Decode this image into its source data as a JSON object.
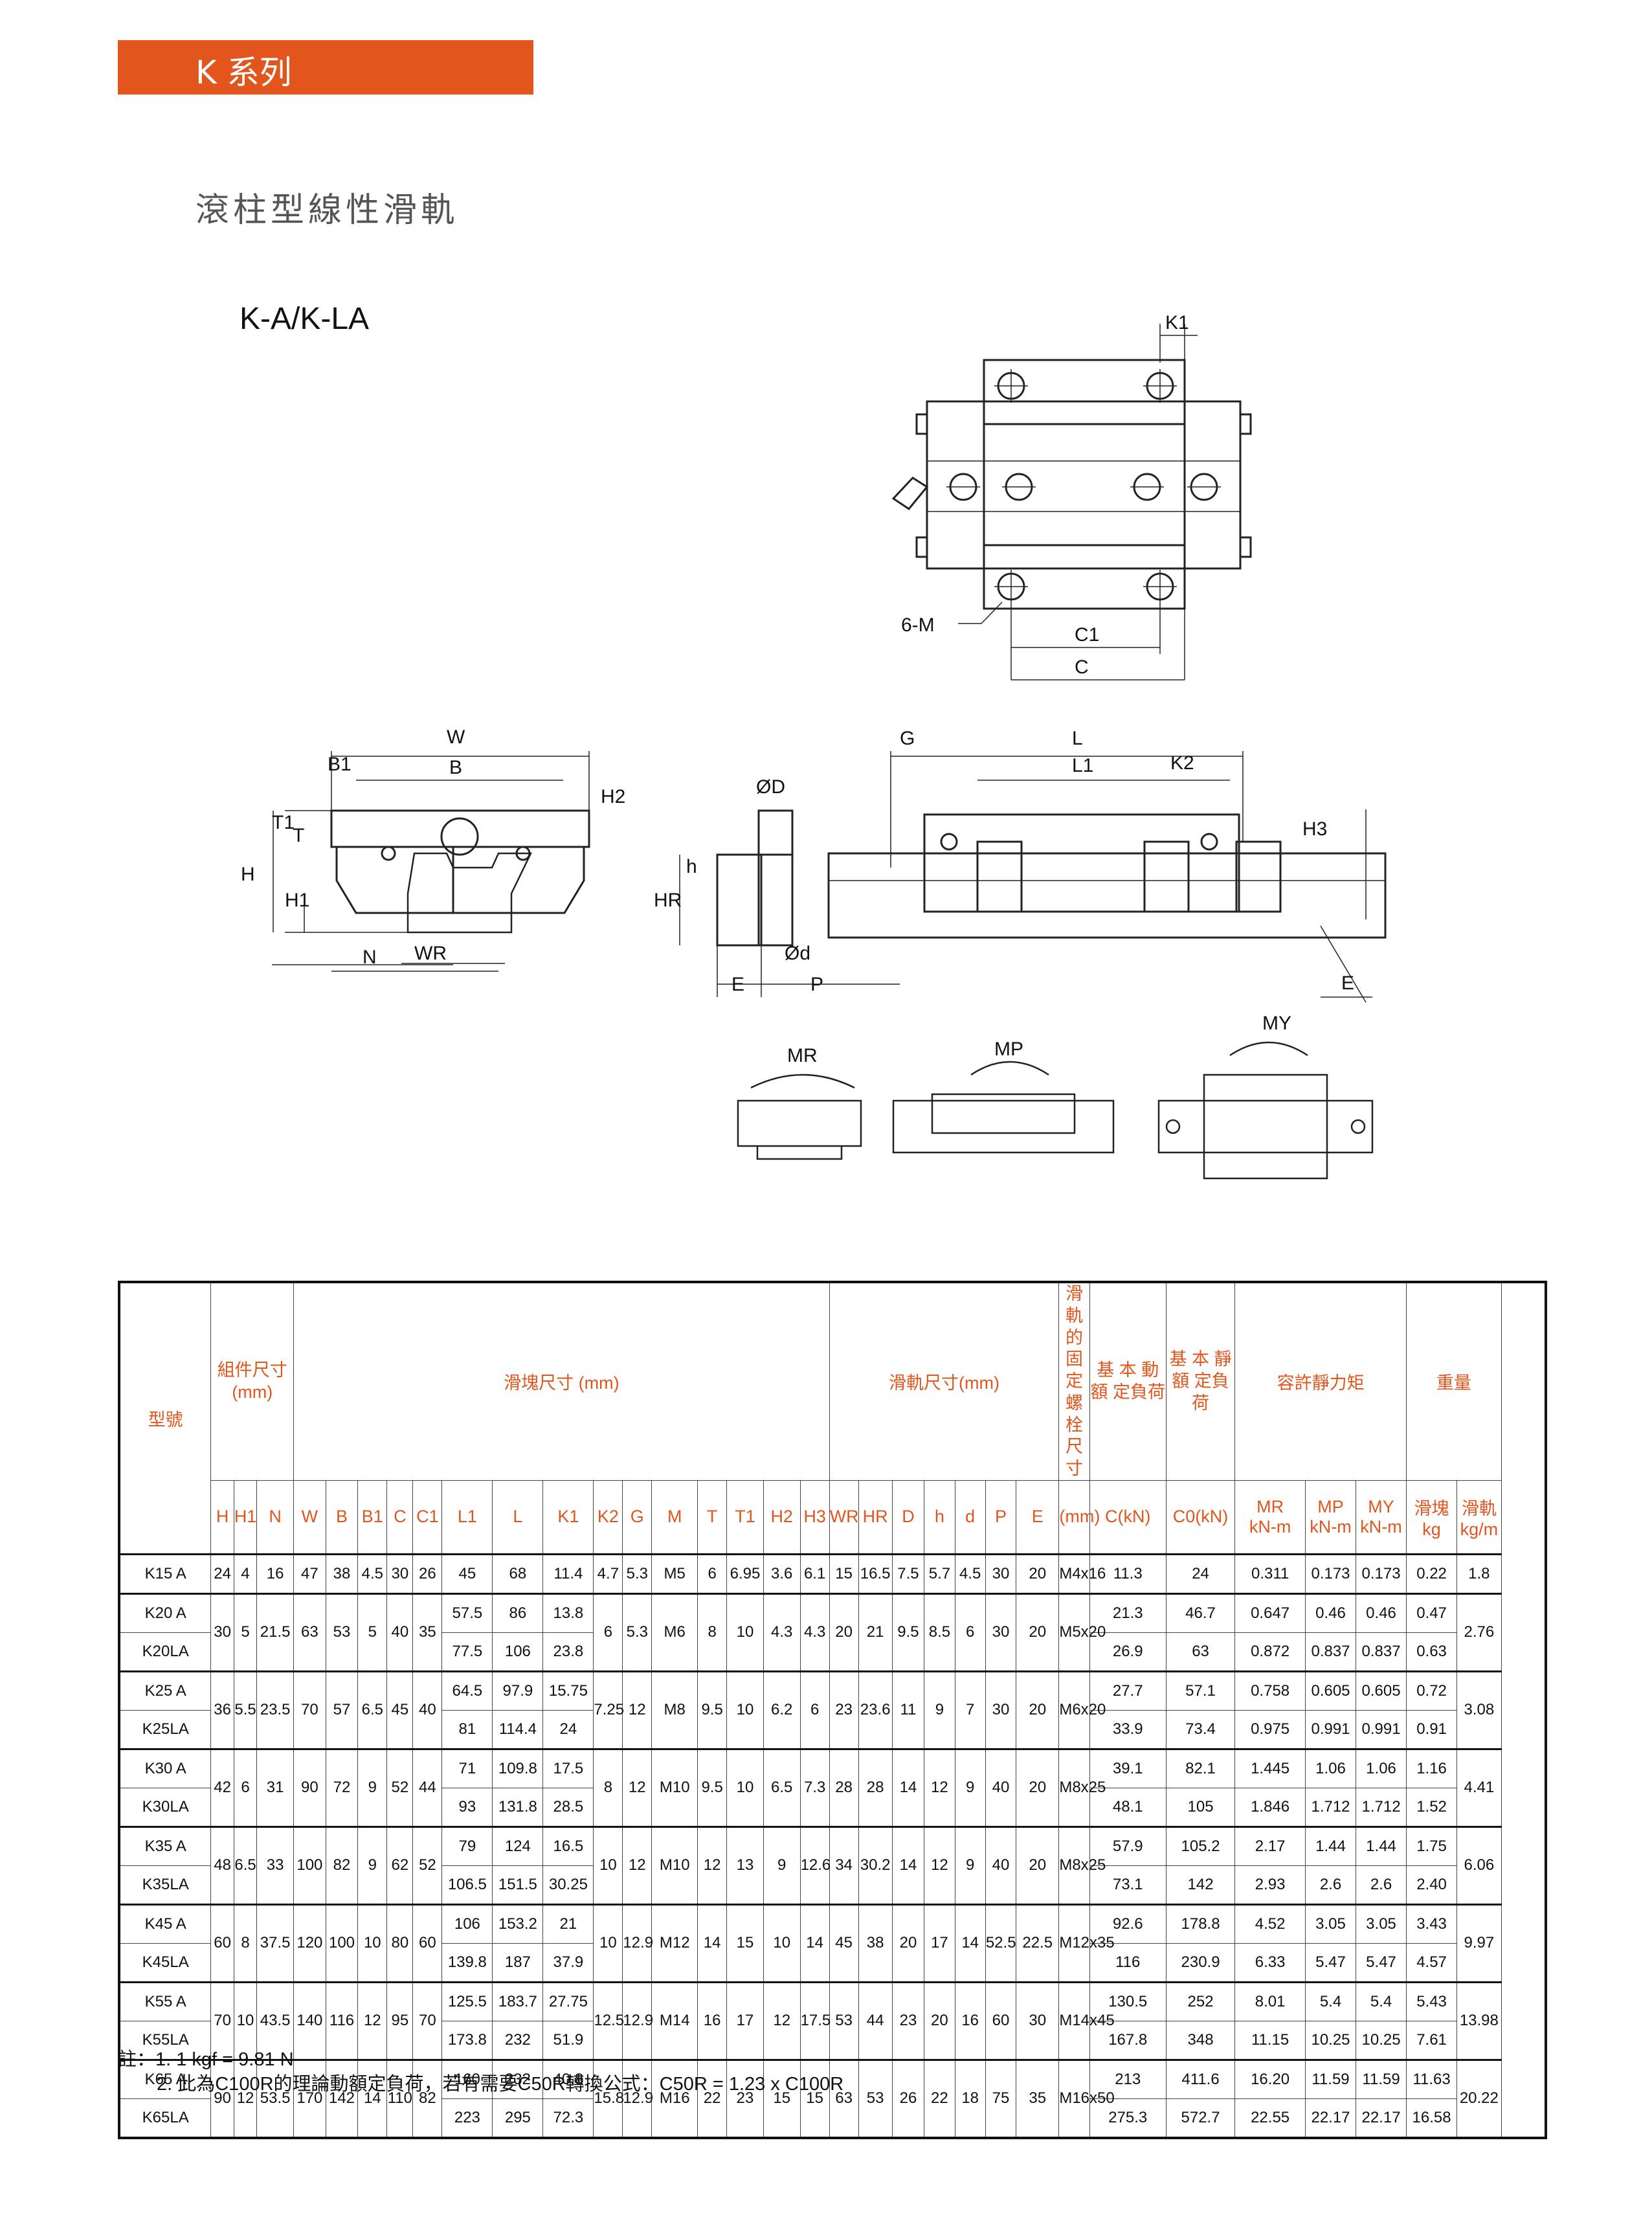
{
  "header": {
    "series_title": "K 系列",
    "subtitle": "滾柱型線性滑軌",
    "model": "K-A/K-LA"
  },
  "drawing_labels": {
    "top_view": {
      "k1": "K1",
      "six_m": "6-M",
      "c1": "C1",
      "c": "C"
    },
    "front_view": {
      "w": "W",
      "b1": "B1",
      "b": "B",
      "h2": "H2",
      "t1": "T1",
      "t": "T",
      "h": "H",
      "h1": "H1",
      "n": "N",
      "wr": "WR"
    },
    "rail_section": {
      "od_big": "ØD",
      "h_small": "h",
      "hr": "HR",
      "od_small": "Ød",
      "e": "E",
      "p": "P"
    },
    "side_view": {
      "g": "G",
      "l": "L",
      "l1": "L1",
      "k2": "K2",
      "h3": "H3",
      "e": "E"
    },
    "moments": {
      "mr": "MR",
      "mp": "MP",
      "my": "MY"
    }
  },
  "table": {
    "group_headers": {
      "model": "型號",
      "assembly": "組件尺寸 (mm)",
      "block": "滑塊尺寸 (mm)",
      "rail": "滑軌尺寸(mm)",
      "bolt": "滑軌的固定螺栓尺寸",
      "dynamic": "基 本 動 額 定負荷",
      "static": "基 本 靜 額 定負荷",
      "moment": "容許靜力矩",
      "weight": "重量"
    },
    "sub_headers": {
      "assembly": [
        "H",
        "H1",
        "N"
      ],
      "block": [
        "W",
        "B",
        "B1",
        "C",
        "C1",
        "L1",
        "L",
        "K1",
        "K2",
        "G",
        "M",
        "T",
        "T1",
        "H2",
        "H3"
      ],
      "rail": [
        "WR",
        "HR",
        "D",
        "h",
        "d",
        "P",
        "E"
      ],
      "bolt": "(mm)",
      "dynamic": "C(kN)",
      "static": "C0(kN)",
      "moment_names": [
        "MR",
        "MP",
        "MY"
      ],
      "moment_units": [
        "kN-m",
        "kN-m",
        "kN-m"
      ],
      "weight_names": [
        "滑塊",
        "滑軌"
      ],
      "weight_units": [
        "kg",
        "kg/m"
      ]
    },
    "groups": [
      {
        "shared": {
          "H": "24",
          "H1": "4",
          "N": "16",
          "W": "47",
          "B": "38",
          "B1": "4.5",
          "C": "30",
          "C1": "26",
          "K2": "4.7",
          "G": "5.3",
          "M": "M5",
          "T": "6",
          "T1": "6.95",
          "H2": "3.6",
          "H3": "6.1",
          "WR": "15",
          "HR": "16.5",
          "D": "7.5",
          "h": "5.7",
          "d": "4.5",
          "P": "30",
          "E": "20",
          "bolt": "M4x16",
          "rail_kgm": "1.8"
        },
        "rows": [
          {
            "model": "K15 A",
            "L1": "45",
            "L": "68",
            "K1": "11.4",
            "C": "11.3",
            "C0": "24",
            "MR": "0.311",
            "MP": "0.173",
            "MY": "0.173",
            "kg": "0.22"
          }
        ]
      },
      {
        "shared": {
          "H": "30",
          "H1": "5",
          "N": "21.5",
          "W": "63",
          "B": "53",
          "B1": "5",
          "C": "40",
          "C1": "35",
          "K2": "6",
          "G": "5.3",
          "M": "M6",
          "T": "8",
          "T1": "10",
          "H2": "4.3",
          "H3": "4.3",
          "WR": "20",
          "HR": "21",
          "D": "9.5",
          "h": "8.5",
          "d": "6",
          "P": "30",
          "E": "20",
          "bolt": "M5x20",
          "rail_kgm": "2.76"
        },
        "rows": [
          {
            "model": "K20 A",
            "L1": "57.5",
            "L": "86",
            "K1": "13.8",
            "C": "21.3",
            "C0": "46.7",
            "MR": "0.647",
            "MP": "0.46",
            "MY": "0.46",
            "kg": "0.47"
          },
          {
            "model": "K20LA",
            "L1": "77.5",
            "L": "106",
            "K1": "23.8",
            "C": "26.9",
            "C0": "63",
            "MR": "0.872",
            "MP": "0.837",
            "MY": "0.837",
            "kg": "0.63"
          }
        ]
      },
      {
        "shared": {
          "H": "36",
          "H1": "5.5",
          "N": "23.5",
          "W": "70",
          "B": "57",
          "B1": "6.5",
          "C": "45",
          "C1": "40",
          "K2": "7.25",
          "G": "12",
          "M": "M8",
          "T": "9.5",
          "T1": "10",
          "H2": "6.2",
          "H3": "6",
          "WR": "23",
          "HR": "23.6",
          "D": "11",
          "h": "9",
          "d": "7",
          "P": "30",
          "E": "20",
          "bolt": "M6x20",
          "rail_kgm": "3.08"
        },
        "rows": [
          {
            "model": "K25 A",
            "L1": "64.5",
            "L": "97.9",
            "K1": "15.75",
            "C": "27.7",
            "C0": "57.1",
            "MR": "0.758",
            "MP": "0.605",
            "MY": "0.605",
            "kg": "0.72"
          },
          {
            "model": "K25LA",
            "L1": "81",
            "L": "114.4",
            "K1": "24",
            "C": "33.9",
            "C0": "73.4",
            "MR": "0.975",
            "MP": "0.991",
            "MY": "0.991",
            "kg": "0.91"
          }
        ]
      },
      {
        "shared": {
          "H": "42",
          "H1": "6",
          "N": "31",
          "W": "90",
          "B": "72",
          "B1": "9",
          "C": "52",
          "C1": "44",
          "K2": "8",
          "G": "12",
          "M": "M10",
          "T": "9.5",
          "T1": "10",
          "H2": "6.5",
          "H3": "7.3",
          "WR": "28",
          "HR": "28",
          "D": "14",
          "h": "12",
          "d": "9",
          "P": "40",
          "E": "20",
          "bolt": "M8x25",
          "rail_kgm": "4.41"
        },
        "rows": [
          {
            "model": "K30 A",
            "L1": "71",
            "L": "109.8",
            "K1": "17.5",
            "C": "39.1",
            "C0": "82.1",
            "MR": "1.445",
            "MP": "1.06",
            "MY": "1.06",
            "kg": "1.16"
          },
          {
            "model": "K30LA",
            "L1": "93",
            "L": "131.8",
            "K1": "28.5",
            "C": "48.1",
            "C0": "105",
            "MR": "1.846",
            "MP": "1.712",
            "MY": "1.712",
            "kg": "1.52"
          }
        ]
      },
      {
        "shared": {
          "H": "48",
          "H1": "6.5",
          "N": "33",
          "W": "100",
          "B": "82",
          "B1": "9",
          "C": "62",
          "C1": "52",
          "K2": "10",
          "G": "12",
          "M": "M10",
          "T": "12",
          "T1": "13",
          "H2": "9",
          "H3": "12.6",
          "WR": "34",
          "HR": "30.2",
          "D": "14",
          "h": "12",
          "d": "9",
          "P": "40",
          "E": "20",
          "bolt": "M8x25",
          "rail_kgm": "6.06"
        },
        "rows": [
          {
            "model": "K35 A",
            "L1": "79",
            "L": "124",
            "K1": "16.5",
            "C": "57.9",
            "C0": "105.2",
            "MR": "2.17",
            "MP": "1.44",
            "MY": "1.44",
            "kg": "1.75"
          },
          {
            "model": "K35LA",
            "L1": "106.5",
            "L": "151.5",
            "K1": "30.25",
            "C": "73.1",
            "C0": "142",
            "MR": "2.93",
            "MP": "2.6",
            "MY": "2.6",
            "kg": "2.40"
          }
        ]
      },
      {
        "shared": {
          "H": "60",
          "H1": "8",
          "N": "37.5",
          "W": "120",
          "B": "100",
          "B1": "10",
          "C": "80",
          "C1": "60",
          "K2": "10",
          "G": "12.9",
          "M": "M12",
          "T": "14",
          "T1": "15",
          "H2": "10",
          "H3": "14",
          "WR": "45",
          "HR": "38",
          "D": "20",
          "h": "17",
          "d": "14",
          "P": "52.5",
          "E": "22.5",
          "bolt": "M12x35",
          "rail_kgm": "9.97"
        },
        "rows": [
          {
            "model": "K45 A",
            "L1": "106",
            "L": "153.2",
            "K1": "21",
            "C": "92.6",
            "C0": "178.8",
            "MR": "4.52",
            "MP": "3.05",
            "MY": "3.05",
            "kg": "3.43"
          },
          {
            "model": "K45LA",
            "L1": "139.8",
            "L": "187",
            "K1": "37.9",
            "C": "116",
            "C0": "230.9",
            "MR": "6.33",
            "MP": "5.47",
            "MY": "5.47",
            "kg": "4.57"
          }
        ]
      },
      {
        "shared": {
          "H": "70",
          "H1": "10",
          "N": "43.5",
          "W": "140",
          "B": "116",
          "B1": "12",
          "C": "95",
          "C1": "70",
          "K2": "12.5",
          "G": "12.9",
          "M": "M14",
          "T": "16",
          "T1": "17",
          "H2": "12",
          "H3": "17.5",
          "WR": "53",
          "HR": "44",
          "D": "23",
          "h": "20",
          "d": "16",
          "P": "60",
          "E": "30",
          "bolt": "M14x45",
          "rail_kgm": "13.98"
        },
        "rows": [
          {
            "model": "K55 A",
            "L1": "125.5",
            "L": "183.7",
            "K1": "27.75",
            "C": "130.5",
            "C0": "252",
            "MR": "8.01",
            "MP": "5.4",
            "MY": "5.4",
            "kg": "5.43"
          },
          {
            "model": "K55LA",
            "L1": "173.8",
            "L": "232",
            "K1": "51.9",
            "C": "167.8",
            "C0": "348",
            "MR": "11.15",
            "MP": "10.25",
            "MY": "10.25",
            "kg": "7.61"
          }
        ]
      },
      {
        "shared": {
          "H": "90",
          "H1": "12",
          "N": "53.5",
          "W": "170",
          "B": "142",
          "B1": "14",
          "C": "110",
          "C1": "82",
          "K2": "15.8",
          "G": "12.9",
          "M": "M16",
          "T": "22",
          "T1": "23",
          "H2": "15",
          "H3": "15",
          "WR": "63",
          "HR": "53",
          "D": "26",
          "h": "22",
          "d": "18",
          "P": "75",
          "E": "35",
          "bolt": "M16x50",
          "rail_kgm": "20.22"
        },
        "rows": [
          {
            "model": "K65 A",
            "L1": "160",
            "L": "232",
            "K1": "40.8",
            "C": "213",
            "C0": "411.6",
            "MR": "16.20",
            "MP": "11.59",
            "MY": "11.59",
            "kg": "11.63"
          },
          {
            "model": "K65LA",
            "L1": "223",
            "L": "295",
            "K1": "72.3",
            "C": "275.3",
            "C0": "572.7",
            "MR": "22.55",
            "MP": "22.17",
            "MY": "22.17",
            "kg": "16.58"
          }
        ]
      }
    ]
  },
  "notes": {
    "line1": "註：1. 1 kgf = 9.81 N",
    "line2": "2. 此為C100R的理論動額定負荷，若有需要C50R轉換公式：C50R = 1.23 x C100R"
  }
}
